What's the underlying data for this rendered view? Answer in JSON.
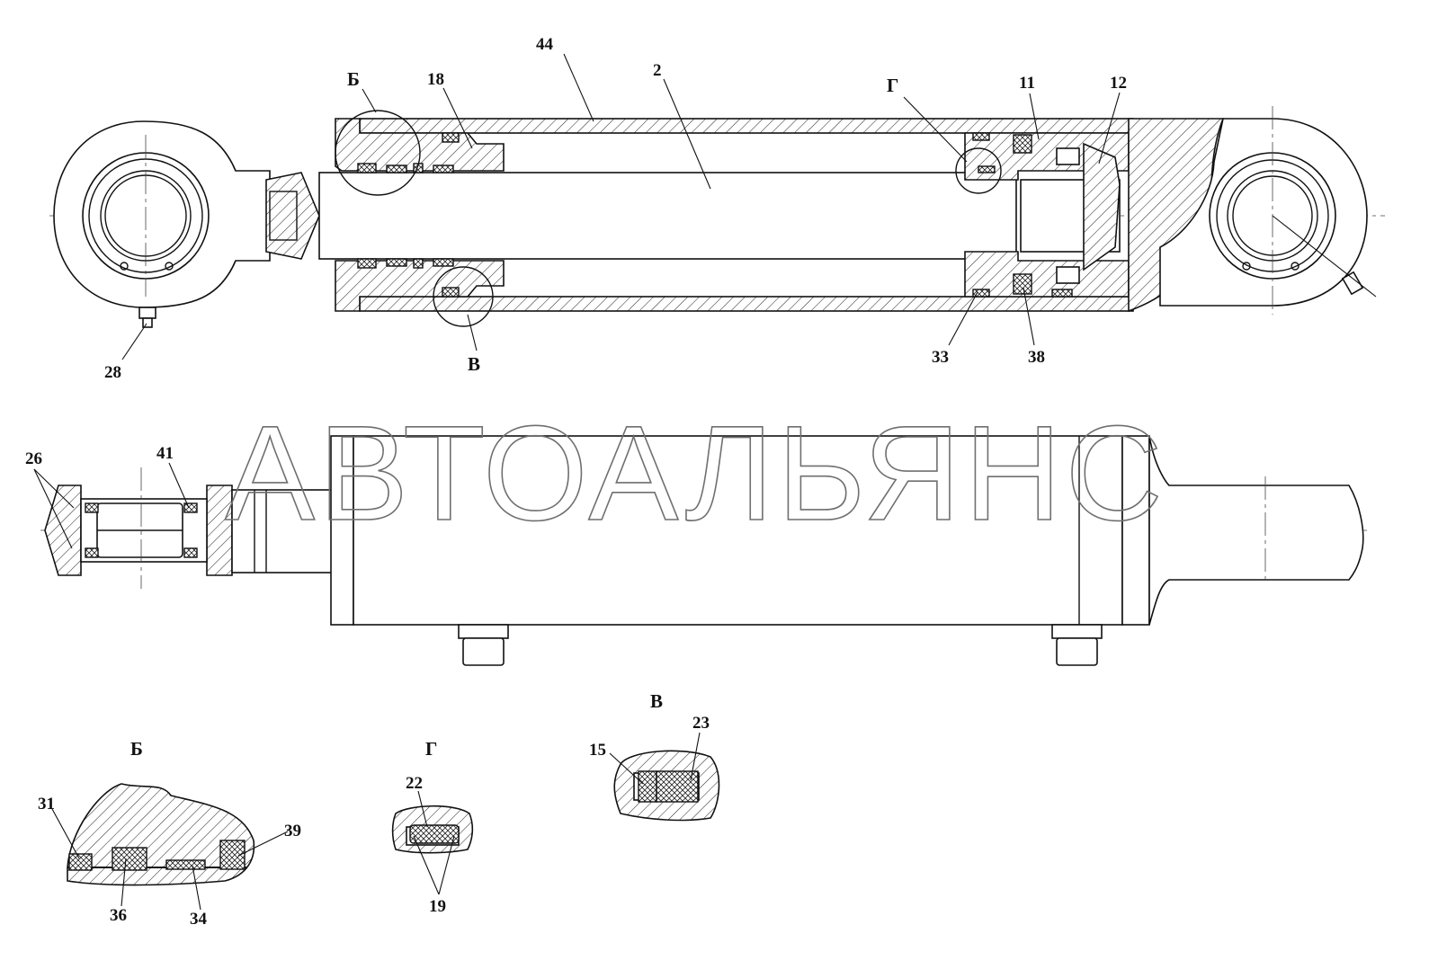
{
  "labels": {
    "l44": "44",
    "l2": "2",
    "lB_top": "Б",
    "l18": "18",
    "lG_top": "Г",
    "l11": "11",
    "l12": "12",
    "l28": "28",
    "lV_top": "В",
    "l33": "33",
    "l38": "38",
    "l26": "26",
    "l41": "41",
    "lV_detail": "В",
    "l23": "23",
    "l15": "15",
    "lB_detail": "Б",
    "lG_detail": "Г",
    "l22": "22",
    "l31": "31",
    "l39": "39",
    "l36": "36",
    "l34": "34",
    "l19": "19"
  },
  "watermark": "АВТОАЛЬЯНС",
  "colors": {
    "line": "#111111",
    "watermark": "#6f6f6f",
    "background": "#ffffff"
  }
}
